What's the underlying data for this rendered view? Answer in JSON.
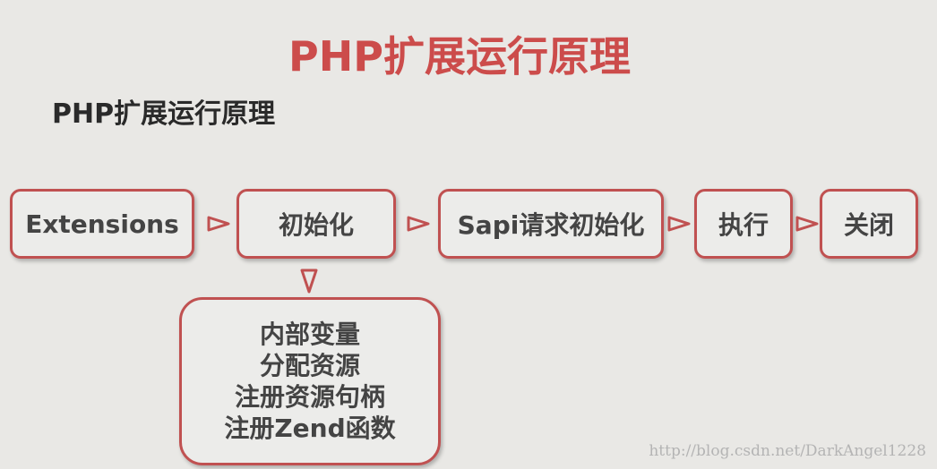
{
  "slide": {
    "title": "PHP扩展运行原理",
    "subtitle": "PHP扩展运行原理"
  },
  "flow": {
    "steps": [
      {
        "label": "Extensions"
      },
      {
        "label": "初始化"
      },
      {
        "label": "Sapi请求初始化"
      },
      {
        "label": "执行"
      },
      {
        "label": "关闭"
      }
    ],
    "init_details": [
      "内部变量",
      "分配资源",
      "注册资源句柄",
      "注册Zend函数"
    ]
  },
  "colors": {
    "title": "#cc4c4b",
    "box_border": "#c05151",
    "background": "#e9e8e5",
    "box_text": "#444444"
  },
  "watermark": "http://blog.csdn.net/DarkAngel1228"
}
